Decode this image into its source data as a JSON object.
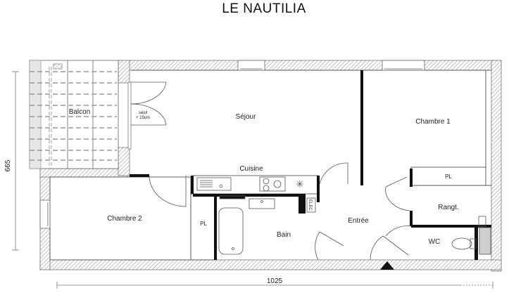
{
  "title": "LE NAUTILIA",
  "rooms": {
    "balcon": "Balcon",
    "seuil_line1": "seuil",
    "seuil_line2": "+ 15cm",
    "sejour": "Séjour",
    "chambre1": "Chambre 1",
    "cuisine": "Cuisine",
    "chambre2": "Chambre 2",
    "pl_left": "PL",
    "pl_right": "PL",
    "bain": "Bain",
    "elec": "ELEC",
    "entree": "Entrée",
    "rangt": "Rangt.",
    "wc": "WC"
  },
  "dimensions": {
    "height": "665",
    "width": "1025"
  },
  "colors": {
    "wall_hatch": "#bdbdbd",
    "wall_solid": "#111111",
    "line": "#555555"
  }
}
